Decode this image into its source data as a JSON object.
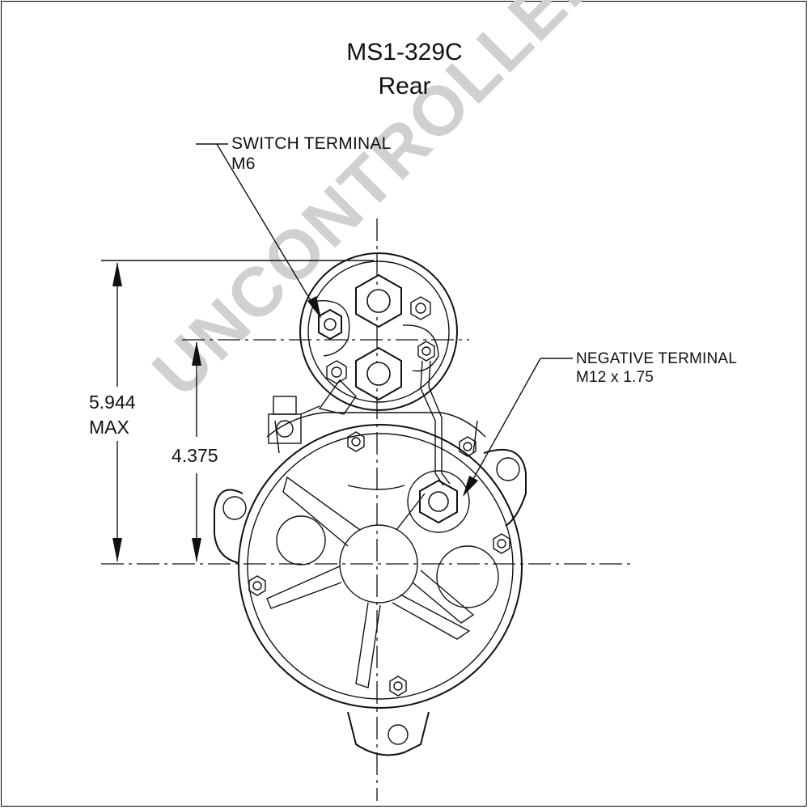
{
  "drawing": {
    "part_number": "MS1-329C",
    "view": "Rear"
  },
  "callouts": {
    "switch_terminal": {
      "label": "SWITCH TERMINAL",
      "size": "M6"
    },
    "negative_terminal": {
      "label": "NEGATIVE TERMINAL",
      "size": "M12 x 1.75"
    }
  },
  "dimensions": {
    "overall_height": {
      "value": "5.944",
      "note": "MAX"
    },
    "centerline_height": {
      "value": "4.375"
    }
  },
  "watermark": "UNCONTROLLED COPY"
}
